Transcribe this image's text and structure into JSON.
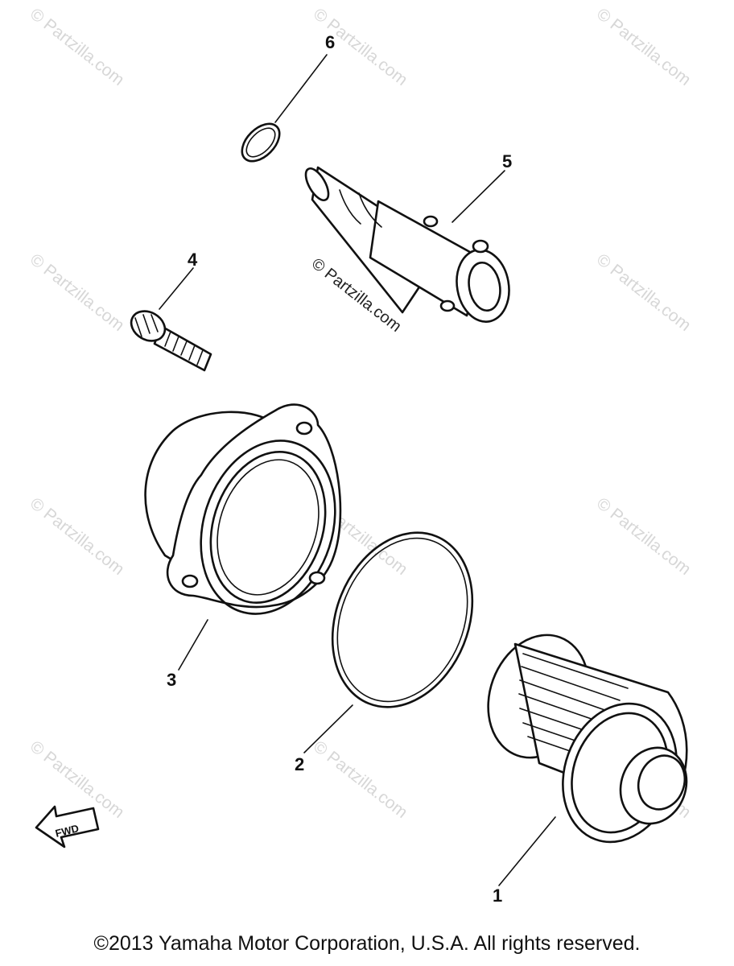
{
  "diagram": {
    "callouts": [
      {
        "label": "1"
      },
      {
        "label": "2"
      },
      {
        "label": "3"
      },
      {
        "label": "4"
      },
      {
        "label": "5"
      },
      {
        "label": "6"
      }
    ],
    "fwd_label": "FWD",
    "watermark": "© Partzilla.com",
    "center_watermark": "© Partzilla.com",
    "copyright": "©2013  Yamaha Motor Corporation, U.S.A. All rights reserved."
  }
}
